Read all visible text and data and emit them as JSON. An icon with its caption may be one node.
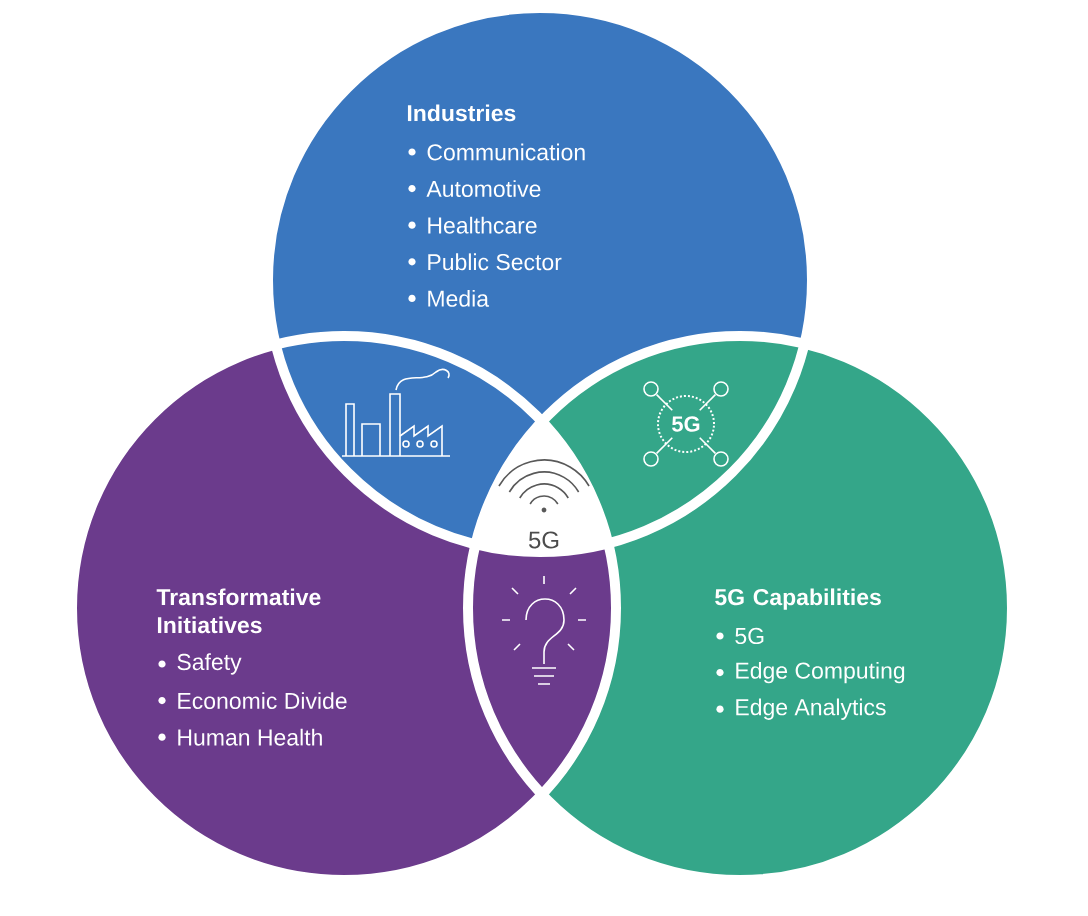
{
  "diagram": {
    "nodes": [
      {
        "text": [
          "Industries",
          "Communication",
          "Automotive",
          "Healthcare",
          "Public Sector",
          "Media"
        ]
      },
      {
        "text": [
          "Transformative Initiatives",
          "Safety",
          "Economic Divide",
          "Human Health"
        ]
      },
      {
        "text": [
          "5G Capabilities",
          "5G",
          "Edge Computing",
          "Edge Analytics"
        ]
      }
    ],
    "labels": [
      "5G",
      "5G"
    ]
  }
}
